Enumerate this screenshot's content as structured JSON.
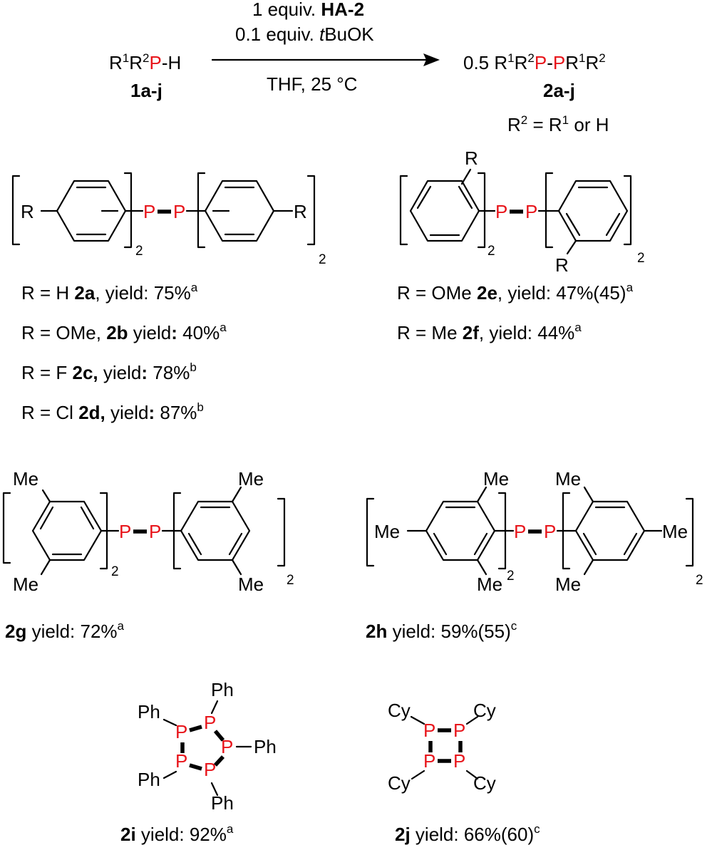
{
  "reaction": {
    "reagent_line1_prefix": "1 equiv. ",
    "reagent_line1_bold": "HA-2",
    "reagent_line2_prefix": "0.1 equiv. ",
    "reagent_line2_italic": "t",
    "reagent_line2_suffix": "BuOK",
    "conditions": "THF, 25 °C",
    "reactant": {
      "r1": "R",
      "sup1": "1",
      "r2": "R",
      "sup2": "2",
      "p": "P",
      "h": "-H",
      "label": "1a-j"
    },
    "product": {
      "coef": "0.5 R",
      "sup1": "1",
      "r2": "R",
      "sup2": "2",
      "p1": "P",
      "dash": "-",
      "p2": "P",
      "r3": "R",
      "sup3": "1",
      "r4": "R",
      "sup4": "2",
      "label": "2a-j"
    },
    "note": {
      "r2": "R",
      "sup2": "2",
      "eq": " = R",
      "sup1": "1",
      "tail": " or H"
    }
  },
  "atoms": {
    "P": "P",
    "R": "R",
    "Me": "Me",
    "Ph": "Ph",
    "Cy": "Cy",
    "sub2": "2"
  },
  "para_series": {
    "rows": [
      {
        "prefix": "R = H ",
        "bold": "2a",
        "suffix": ", yield: 75%",
        "sup": "a"
      },
      {
        "prefix": "R = OMe, ",
        "bold": "2b",
        "suffix": " yield",
        "bold2": ":",
        "suffix2": " 40%",
        "sup": "a"
      },
      {
        "prefix": "R = F ",
        "bold": "2c,",
        "suffix": " yield",
        "bold2": ":",
        "suffix2": " 78%",
        "sup": "b"
      },
      {
        "prefix": "R = Cl ",
        "bold": "2d,",
        "suffix": " yield",
        "bold2": ":",
        "suffix2": " 87%",
        "sup": "b"
      }
    ]
  },
  "ortho_series": {
    "rows": [
      {
        "prefix": "R = OMe ",
        "bold": "2e",
        "suffix": ", yield: 47%(45)",
        "sup": "a"
      },
      {
        "prefix": "R = Me ",
        "bold": "2f",
        "suffix": ", yield: 44%",
        "sup": "a"
      }
    ]
  },
  "compound_2g": {
    "bold": "2g",
    "text": " yield: 72%",
    "sup": "a"
  },
  "compound_2h": {
    "bold": "2h",
    "text": " yield: 59%(55)",
    "sup": "c"
  },
  "compound_2i": {
    "bold": "2i",
    "text": " yield: 92%",
    "sup": "a"
  },
  "compound_2j": {
    "bold": "2j",
    "text": " yield: 66%(60)",
    "sup": "c"
  },
  "colors": {
    "phosphorus": "#e8151b",
    "ink": "#000000"
  }
}
